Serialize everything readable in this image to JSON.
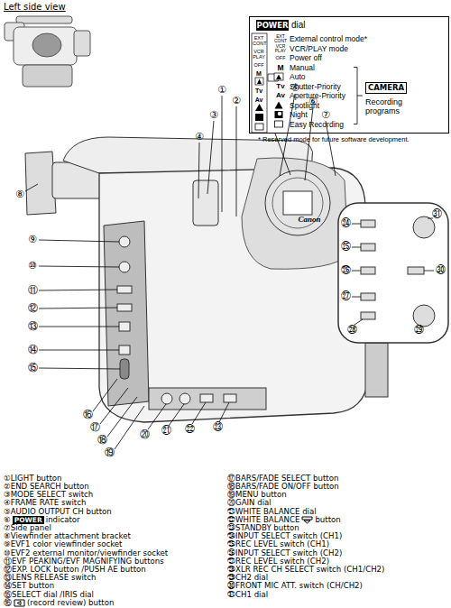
{
  "diagram": {
    "title": "Left side view",
    "nodes": [
      {
        "text": [
          "dial",
          "EXT CONT",
          "VCR PLAY",
          "OFF",
          "M",
          "Tv",
          "Av",
          "EXT CONT",
          "External control mode*",
          "VCR PLAY",
          "VCR/PLAY mode",
          "OFF",
          "Power off",
          "M",
          "Manual",
          "Auto",
          "Tv",
          "Shutter-Priority",
          "Av",
          "Aperture-Priority",
          "Spotlight",
          "Night",
          "Easy Recording",
          "Recording programs"
        ]
      },
      {
        "text": [
          "POWER"
        ],
        "in": 0
      },
      {
        "text": [
          "CAMERA"
        ],
        "in": 0
      },
      {
        "text": [
          "POWER"
        ]
      }
    ],
    "labels": [
      "Canon",
      "①",
      "②",
      "③",
      "④",
      "⑤",
      "⑥",
      "⑦",
      "⑧",
      "⑨",
      "⑩",
      "⑪",
      "⑫",
      "⑬",
      "⑭",
      "⑮",
      "⑯",
      "⑰",
      "⑱",
      "⑲",
      "⑳",
      "㉑",
      "㉒",
      "㉓",
      "㉔",
      "㉕",
      "㉖",
      "㉗",
      "㉘",
      "㉙",
      "㉚",
      "㉛",
      "* Reserved mode for future software development.",
      "①LIGHT button",
      "②END SEARCH button",
      "③MODE SELECT switch",
      "④FRAME RATE switch",
      "⑤AUDIO OUTPUT CH button",
      "⑥",
      "indicator",
      "⑦Side panel",
      "⑧Viewfinder attachment bracket",
      "⑨EVF1 color viewfinder socket",
      "⑩EVF2 external monitor/viewfinder socket",
      "⑪EVF PEAKING/EVF MAGNIFYING buttons",
      "⑫EXP. LOCK button /PUSH AE button",
      "⑬LENS RELEASE switch",
      "⑭SET button",
      "⑮SELECT dial /IRIS dial",
      "⑯",
      "(record review) button",
      "⑰BARS/FADE SELECT button",
      "⑱BARS/FADE ON/OFF button",
      "⑲MENU button",
      "⑳GAIN dial",
      "㉑WHITE BALANCE dial",
      "㉒WHITE BALANCE",
      "button",
      "㉓STANDBY button",
      "㉔INPUT SELECT switch (CH1)",
      "㉕REC LEVEL switch (CH1)",
      "㉖INPUT SELECT switch (CH2)",
      "㉗REC LEVEL switch (CH2)",
      "㉘XLR REC CH SELECT switch (CH1/CH2)",
      "㉙CH2 dial",
      "㉚FRONT MIC ATT. switch (CH/CH2)",
      "㉛CH1 dial"
    ]
  }
}
